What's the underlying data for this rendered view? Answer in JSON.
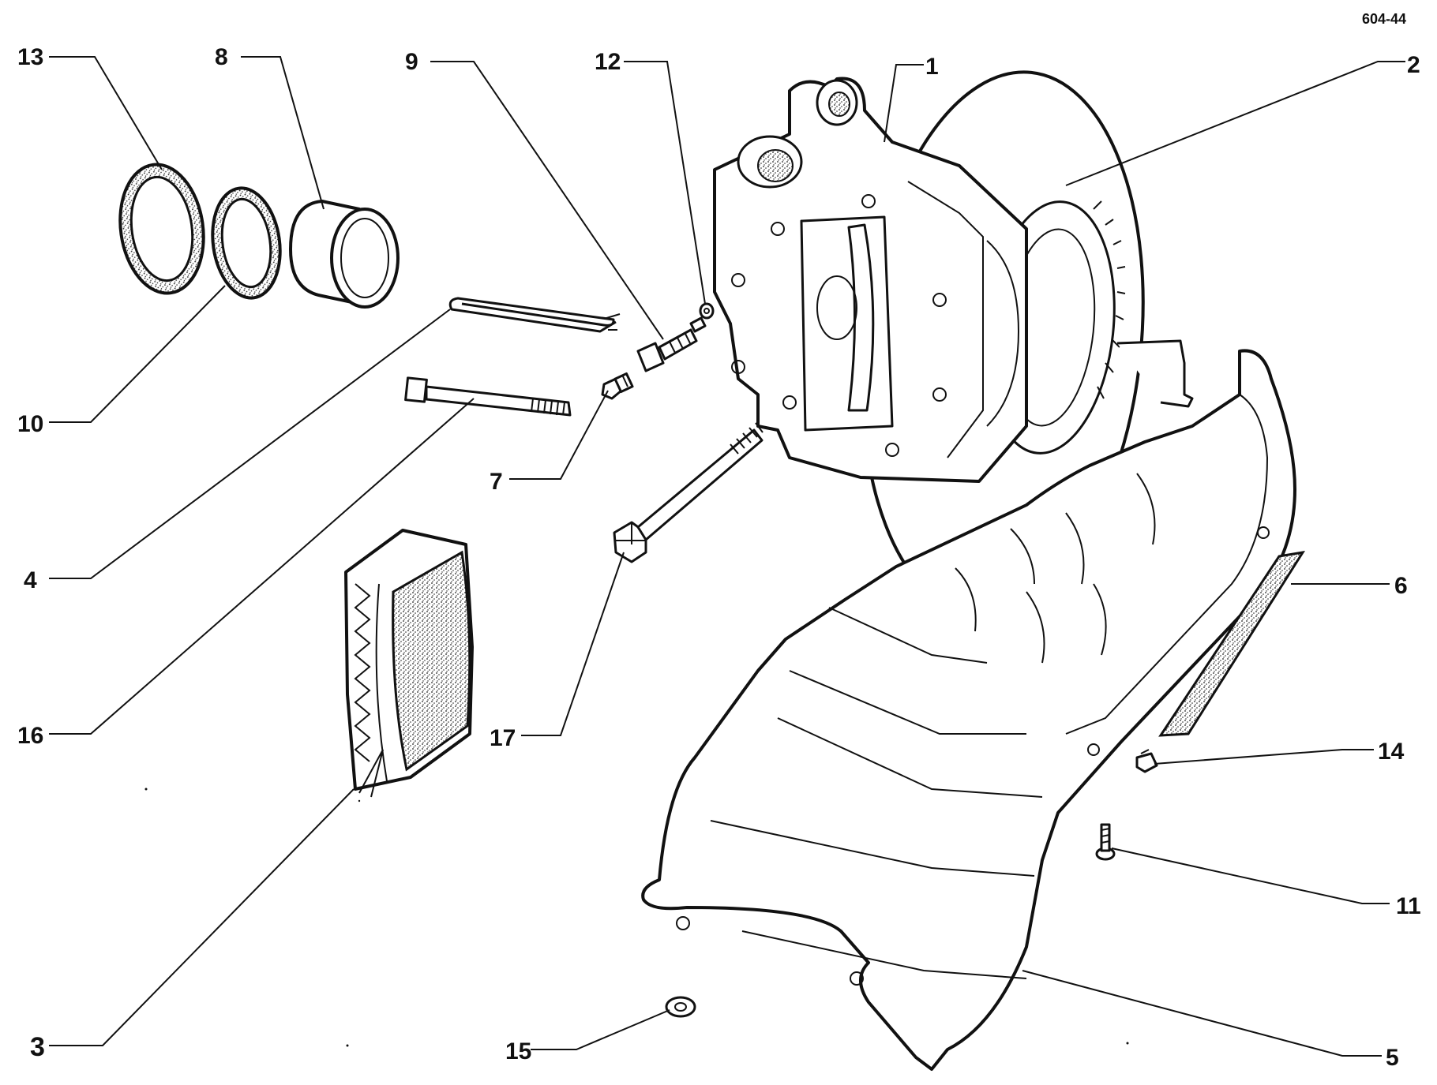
{
  "reference_code": "604-44",
  "callouts": [
    {
      "id": "c13",
      "text": "13"
    },
    {
      "id": "c8",
      "text": "8"
    },
    {
      "id": "c9",
      "text": "9"
    },
    {
      "id": "c12",
      "text": "12"
    },
    {
      "id": "c1",
      "text": "1"
    },
    {
      "id": "c2",
      "text": "2"
    },
    {
      "id": "c10",
      "text": "10"
    },
    {
      "id": "c7",
      "text": "7"
    },
    {
      "id": "c4",
      "text": "4"
    },
    {
      "id": "c6",
      "text": "6"
    },
    {
      "id": "c16",
      "text": "16"
    },
    {
      "id": "c17",
      "text": "17"
    },
    {
      "id": "c14",
      "text": "14"
    },
    {
      "id": "c11",
      "text": "11"
    },
    {
      "id": "c3",
      "text": "3"
    },
    {
      "id": "c15",
      "text": "15"
    },
    {
      "id": "c5",
      "text": "5"
    }
  ]
}
